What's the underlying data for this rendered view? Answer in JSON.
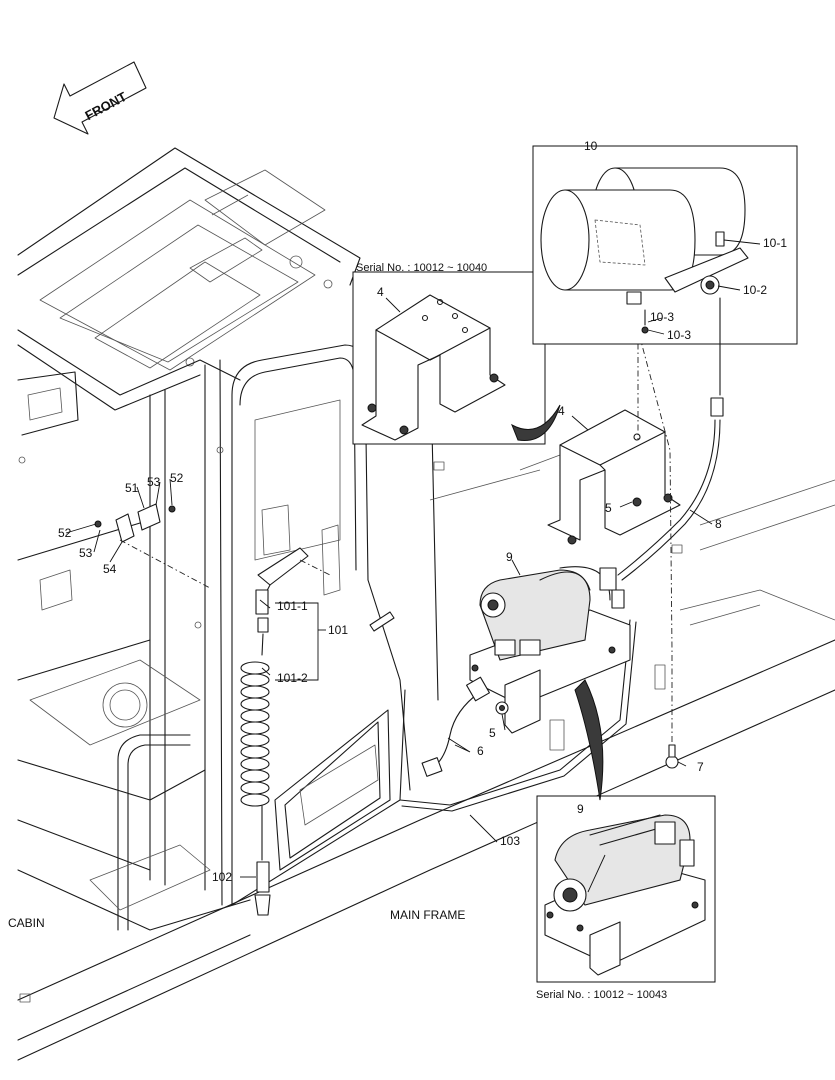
{
  "front": "FRONT",
  "areas": {
    "cabin": "CABIN",
    "main_frame": "MAIN FRAME"
  },
  "insets": {
    "bracket_serial": "Serial No. : 10012 ~ 10040",
    "compressor_serial": "Serial No. : 10012 ~ 10043"
  },
  "parts": {
    "p4_inset": "4",
    "p4": "4",
    "p5_upper": "5",
    "p5_lower": "5",
    "p6": "6",
    "p7": "7",
    "p8": "8",
    "p9": "9",
    "p9_inset": "9",
    "p10": "10",
    "p10_1": "10-1",
    "p10_2": "10-2",
    "p10_3a": "10-3",
    "p10_3b": "10-3",
    "p51": "51",
    "p52a": "52",
    "p52b": "52",
    "p53a": "53",
    "p53b": "53",
    "p54": "54",
    "p101": "101",
    "p101_1": "101-1",
    "p101_2": "101-2",
    "p102": "102",
    "p103": "103"
  }
}
